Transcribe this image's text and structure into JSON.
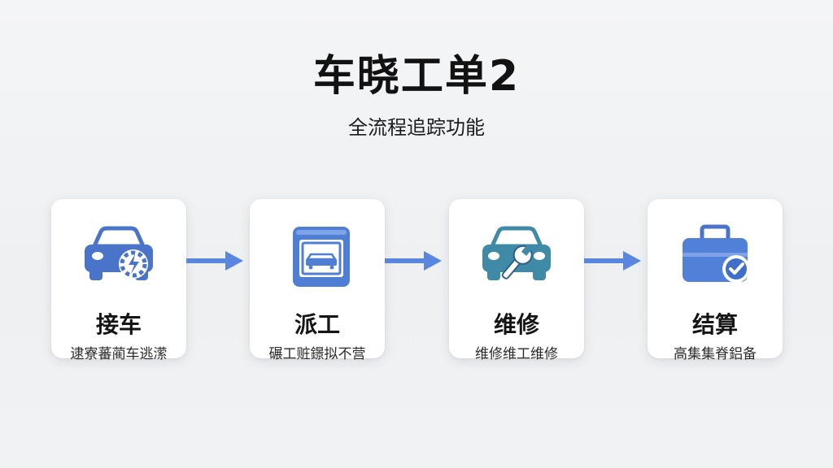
{
  "title": "车晓工单2",
  "subtitle": "全流程追踪功能",
  "steps": [
    {
      "label": "接车",
      "description": "逮寮蕃蔺车逃潆",
      "icon": "car-repair-icon"
    },
    {
      "label": "派工",
      "description": "碾工赃鐛拟不营",
      "icon": "work-order-screen-icon"
    },
    {
      "label": "维修",
      "description": "维修维工维修",
      "icon": "car-wrench-icon"
    },
    {
      "label": "结算",
      "description": "高集集脊鋁备",
      "icon": "briefcase-check-icon"
    }
  ],
  "colors": {
    "accent": "#5b86e0",
    "icon_blue": "#4a74c9",
    "icon_teal": "#3f8aa6",
    "arrow": "#5b86e0"
  }
}
